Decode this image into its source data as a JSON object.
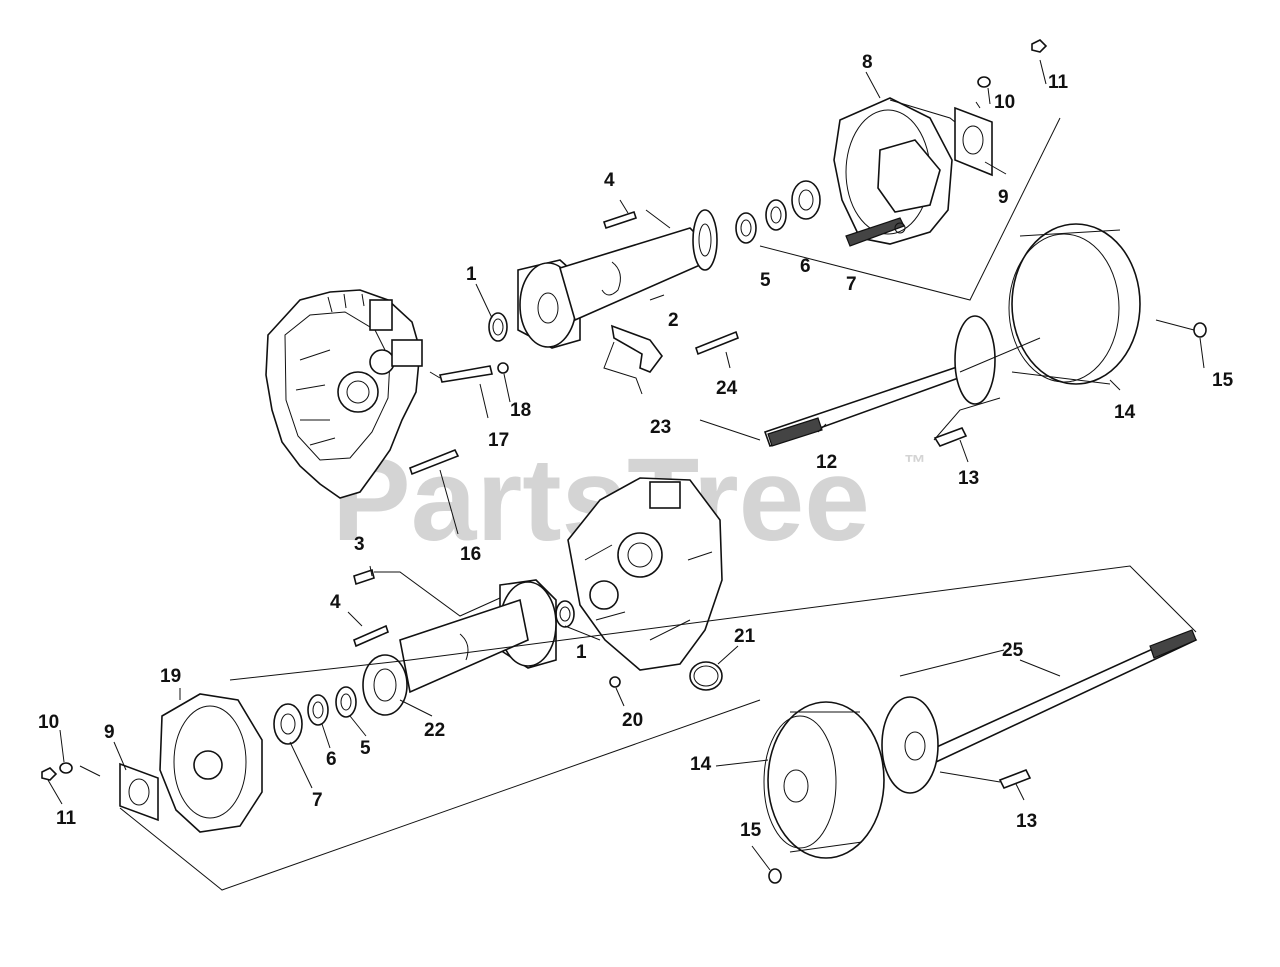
{
  "watermark": {
    "text": "PartsTree",
    "trademark": "™"
  },
  "callouts": {
    "c1a": "1",
    "c2": "2",
    "c4a": "4",
    "c5a": "5",
    "c6a": "6",
    "c7a": "7",
    "c8": "8",
    "c9a": "9",
    "c10a": "10",
    "c11a": "11",
    "c12": "12",
    "c13a": "13",
    "c14a": "14",
    "c15a": "15",
    "c16": "16",
    "c17": "17",
    "c18": "18",
    "c23": "23",
    "c24": "24",
    "c3": "3",
    "c4b": "4",
    "c1b": "1",
    "c21": "21",
    "c25": "25",
    "c19": "19",
    "c20": "20",
    "c22": "22",
    "c10b": "10",
    "c9b": "9",
    "c11b": "11",
    "c6b": "6",
    "c5b": "5",
    "c7b": "7",
    "c14b": "14",
    "c15b": "15",
    "c13b": "13"
  }
}
